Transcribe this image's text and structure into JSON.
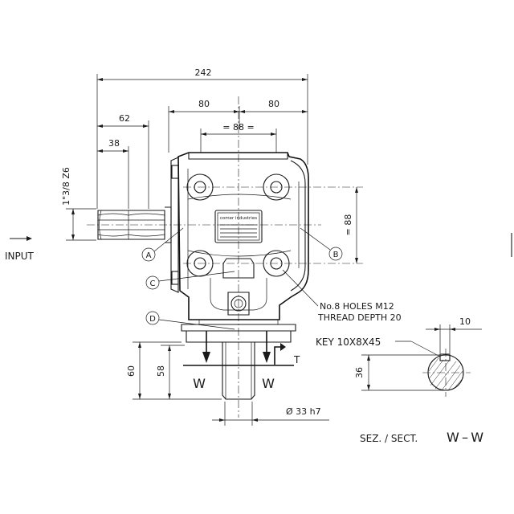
{
  "dimensions": {
    "overall_width": "242",
    "half_left": "80",
    "half_right": "80",
    "bolt_spacing_h": "= 88 =",
    "bolt_spacing_v": "= 88",
    "shaft_offset": "62",
    "spline_length": "38",
    "spline_spec": "1\"3/8 Z6",
    "height_total": "60",
    "height_partial": "58",
    "output_diameter": "Ø 33 h7",
    "key_width": "10",
    "key_depth": "36"
  },
  "labels": {
    "input": "INPUT",
    "holes_line1": "No.8 HOLES M12",
    "holes_line2": "THREAD DEPTH 20",
    "key_spec": "KEY 10X8X45",
    "section_title": "SEZ. / SECT.",
    "section_id": "W – W",
    "section_mark_left": "W",
    "section_mark_right": "W",
    "t_mark": "T"
  },
  "callouts": [
    "A",
    "B",
    "C",
    "D"
  ],
  "nameplate": {
    "brand": "comer industries"
  },
  "colors": {
    "line": "#1a1a1a",
    "background": "#ffffff"
  }
}
